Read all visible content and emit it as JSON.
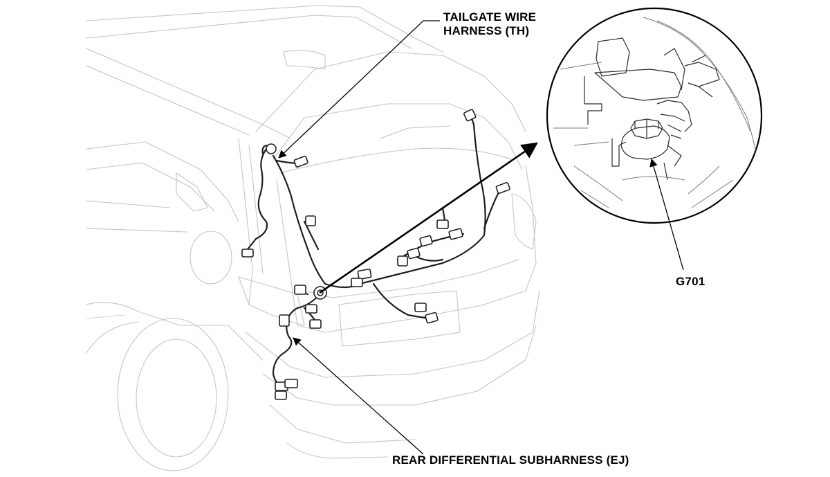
{
  "labels": {
    "tailgate_line1": "TAILGATE WIRE",
    "tailgate_line2": "HARNESS (TH)",
    "ground": "G701",
    "rear_subharness": "REAR DIFFERENTIAL SUBHARNESS (EJ)"
  },
  "colors": {
    "body_outline": "#c4c4c4",
    "wire": "#1e1e1e",
    "leader": "#000000",
    "background": "#ffffff"
  }
}
